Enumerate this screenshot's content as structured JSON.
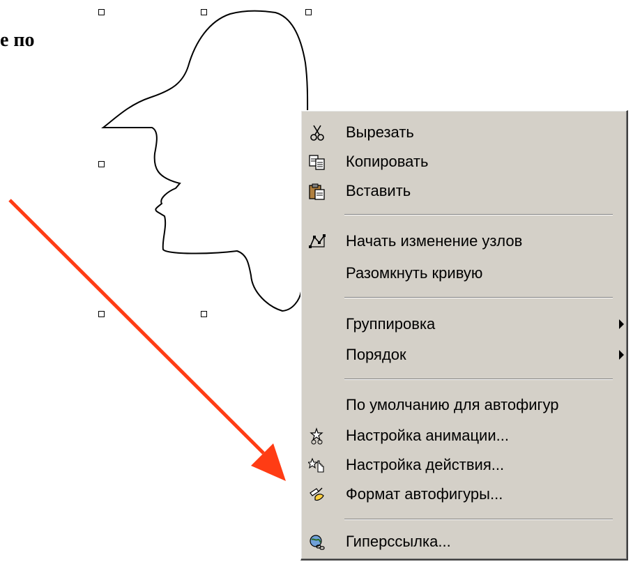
{
  "slide": {
    "text_fragment": "е по"
  },
  "context_menu": {
    "items": [
      {
        "label": "Вырезать",
        "icon": "scissors-icon"
      },
      {
        "label": "Копировать",
        "icon": "copy-icon"
      },
      {
        "label": "Вставить",
        "icon": "paste-icon"
      },
      {
        "label": "Начать изменение узлов",
        "icon": "edit-points-icon"
      },
      {
        "label": "Разомкнуть кривую",
        "icon": null
      },
      {
        "label": "Группировка",
        "icon": null,
        "submenu": true
      },
      {
        "label": "Порядок",
        "icon": null,
        "submenu": true
      },
      {
        "label": "По умолчанию для автофигур",
        "icon": null
      },
      {
        "label": "Настройка анимации...",
        "icon": "animation-icon"
      },
      {
        "label": "Настройка действия...",
        "icon": "action-icon"
      },
      {
        "label": "Формат автофигуры...",
        "icon": "format-shape-icon"
      },
      {
        "label": "Гиперссылка...",
        "icon": "hyperlink-icon"
      }
    ]
  },
  "colors": {
    "menu_bg": "#d4d0c8",
    "arrow": "#ff3c14",
    "shadow": "#808080"
  }
}
